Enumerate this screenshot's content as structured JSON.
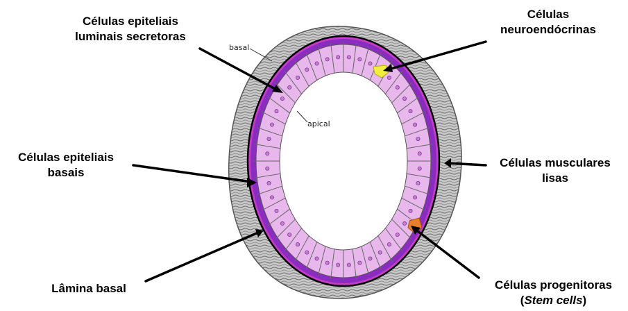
{
  "labels": {
    "luminal_line1": "Células epiteliais",
    "luminal_line2": "luminais secretoras",
    "neuro_line1": "Células",
    "neuro_line2": "neuroendócrinas",
    "basal_cells_line1": "Células epiteliais",
    "basal_cells_line2": "basais",
    "smooth_line1": "Células musculares",
    "smooth_line2": "lisas",
    "lamina": "Lâmina basal",
    "progenitor_line1": "Células progenitoras",
    "progenitor_line2_open": "(",
    "progenitor_line2_italic": "Stem cells",
    "progenitor_line2_close": ")",
    "basal_small": "basal",
    "apical_small": "apical"
  },
  "colors": {
    "luminal_cell": "#e8b8ec",
    "basal_cell": "#8a2cc0",
    "stroma": "#9a9a9a",
    "neuroendocrine": "#f2ee40",
    "progenitor": "#e8802a"
  }
}
